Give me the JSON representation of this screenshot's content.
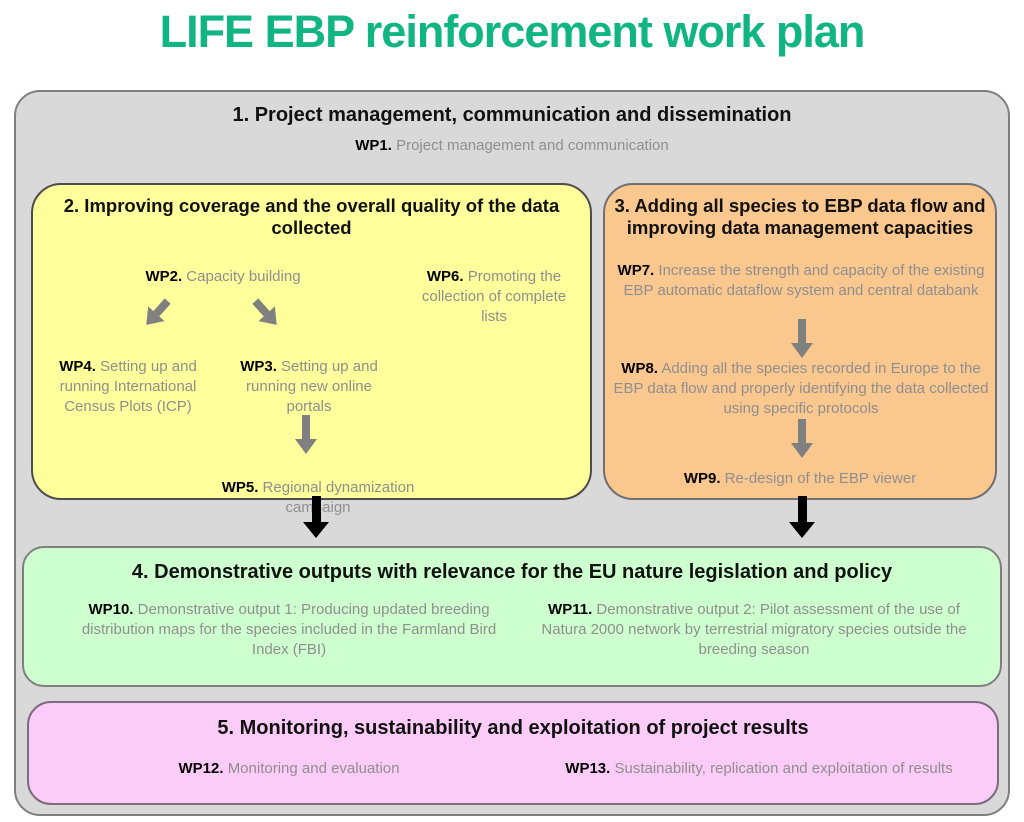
{
  "title": "LIFE EBP reinforcement work plan",
  "colors": {
    "title_green": "#10B583",
    "container_gray": "#D9D9D9",
    "section2_yellow": "#FFFF9C",
    "section3_orange": "#FAC78E",
    "section4_green": "#CEFFCE",
    "section5_pink": "#FBCCF8",
    "wp_text_gray": "#8F8F8F",
    "arrow_gray": "#808080",
    "arrow_black": "#000000"
  },
  "sections": {
    "s1": {
      "heading": "1. Project management, communication and dissemination",
      "wp1": {
        "label": "WP1.",
        "text": "Project management and communication"
      }
    },
    "s2": {
      "heading": "2. Improving coverage and the overall quality of the data collected",
      "wp2": {
        "label": "WP2.",
        "text": "Capacity building"
      },
      "wp6": {
        "label": "WP6.",
        "text": "Promoting the collection of complete lists"
      },
      "wp4": {
        "label": "WP4.",
        "text": "Setting up and running International Census Plots (ICP)"
      },
      "wp3": {
        "label": "WP3.",
        "text": "Setting up and running new online portals"
      },
      "wp5": {
        "label": "WP5.",
        "text": "Regional dynamization campaign"
      }
    },
    "s3": {
      "heading": "3. Adding all species to EBP data flow and improving data management capacities",
      "wp7": {
        "label": "WP7.",
        "text": "Increase the strength and capacity of the existing EBP automatic dataflow system and central databank"
      },
      "wp8": {
        "label": "WP8.",
        "text": "Adding all the species recorded in Europe to the EBP data flow and properly identifying the data collected using specific protocols"
      },
      "wp9": {
        "label": "WP9.",
        "text": "Re-design of the EBP viewer"
      }
    },
    "s4": {
      "heading": "4. Demonstrative outputs with relevance for the EU nature legislation and policy",
      "wp10": {
        "label": "WP10.",
        "text": "Demonstrative output 1: Producing updated breeding distribution maps for the species included in the Farmland Bird Index (FBI)"
      },
      "wp11": {
        "label": "WP11.",
        "text": "Demonstrative output 2: Pilot assessment of the use of Natura 2000 network by terrestrial migratory species outside the breeding season"
      }
    },
    "s5": {
      "heading": "5. Monitoring, sustainability and exploitation of project results",
      "wp12": {
        "label": "WP12.",
        "text": "Monitoring and evaluation"
      },
      "wp13": {
        "label": "WP13.",
        "text": "Sustainability, replication and exploitation of results"
      }
    }
  }
}
